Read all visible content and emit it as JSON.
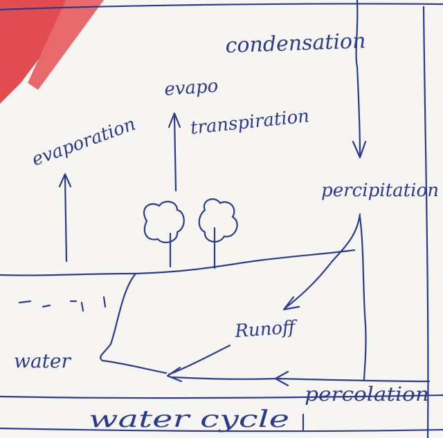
{
  "diagram": {
    "title": "water cycle",
    "colors": {
      "ink": "#2a3a8f",
      "paper": "#f6f5f2",
      "watermark": "#e0393e"
    },
    "labels": {
      "condensation": "condensation",
      "evaporation": "evaporation",
      "evapotranspiration_line1": "evapo",
      "evapotranspiration_line2": "transpiration",
      "precipitation": "percipitation",
      "runoff": "Runoff",
      "water": "water",
      "percolation": "percolation"
    },
    "icons": [
      "tree-icon",
      "arrow-icon"
    ]
  }
}
